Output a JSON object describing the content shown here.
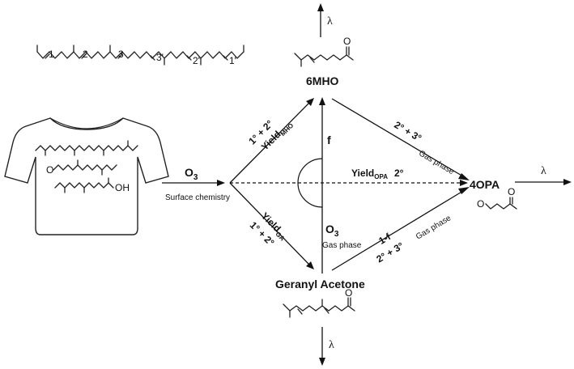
{
  "squalene": {
    "labels": [
      "1",
      "2",
      "3",
      "3'",
      "2'",
      "1'"
    ]
  },
  "species": {
    "mho": "6MHO",
    "opa": "4OPA",
    "ga": "Geranyl Acetone",
    "o3_label": "O",
    "o3_sub": "3"
  },
  "ozone_arrow": {
    "label_main": "O",
    "label_sub": "3",
    "caption": "Surface chemistry"
  },
  "pathways": {
    "upper_order": "1° + 2°",
    "upper_yield": "Yield",
    "upper_yield_sub": "MHO",
    "lower_yield": "Yield",
    "lower_yield_sub": "GA",
    "lower_order": "1° + 2°",
    "f": "f",
    "one_minus_f": "1-f",
    "mho_to_opa_order": "2° + 3°",
    "mho_to_opa_phase": "Gas phase",
    "ga_to_opa_order": "2° + 3°",
    "ga_to_opa_phase": "Gas phase",
    "yield_opa": "Yield",
    "yield_opa_sub": "OPA",
    "yield_opa_order": "2°",
    "ga_o3_phase": "Gas phase"
  },
  "lambda": "λ",
  "shirt": {
    "oh_label": "OH",
    "o_label": "O"
  }
}
